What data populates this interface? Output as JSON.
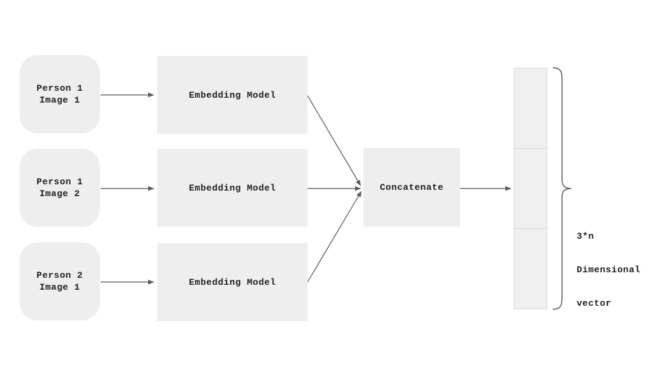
{
  "diagram": {
    "inputs": [
      {
        "line1": "Person 1",
        "line2": "Image 1"
      },
      {
        "line1": "Person 1",
        "line2": "Image 2"
      },
      {
        "line1": "Person 2",
        "line2": "Image 1"
      }
    ],
    "embedding": {
      "label": "Embedding Model"
    },
    "concatenate": {
      "label": "Concatenate"
    },
    "output": {
      "line1": "3*n",
      "line2": "Dimensional",
      "line3": "vector",
      "segments": 3
    },
    "colors": {
      "box_fill": "#eeeeee",
      "vector_fill": "#f0f0f0",
      "vector_border": "#d9d9d9",
      "connector": "#595959",
      "text": "#1f1f1f",
      "background": "#ffffff"
    }
  }
}
